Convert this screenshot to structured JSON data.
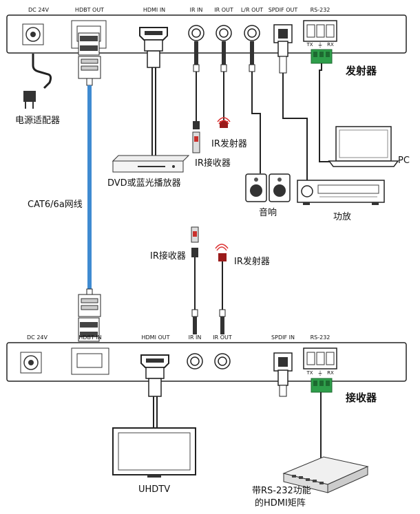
{
  "transmitter": {
    "name": "发射器",
    "ports": [
      "DC 24V",
      "HDBT OUT",
      "HDMI IN",
      "IR IN",
      "IR OUT",
      "L/R OUT",
      "SPDIF OUT",
      "RS-232"
    ],
    "rs232_pins": [
      "TX",
      "⏚",
      "RX"
    ]
  },
  "receiver": {
    "name": "接收器",
    "ports": [
      "DC 24V",
      "HDBT IN",
      "HDMI OUT",
      "IR IN",
      "IR OUT",
      "SPDIF IN",
      "RS-232"
    ],
    "rs232_pins": [
      "TX",
      "⏚",
      "RX"
    ]
  },
  "devices": {
    "power_adapter": "电源适配器",
    "ir_emitter_tx": "IR发射器",
    "ir_receiver_tx": "IR接收器",
    "dvd": "DVD或蓝光播放器",
    "speakers": "音响",
    "amplifier": "功放",
    "pc": "PC",
    "cable": "CAT6/6a网线",
    "ir_receiver_rx": "IR接收器",
    "ir_emitter_rx": "IR发射器",
    "uhdtv": "UHDTV",
    "matrix_line1": "带RS-232功能",
    "matrix_line2": "的HDMI矩阵"
  }
}
